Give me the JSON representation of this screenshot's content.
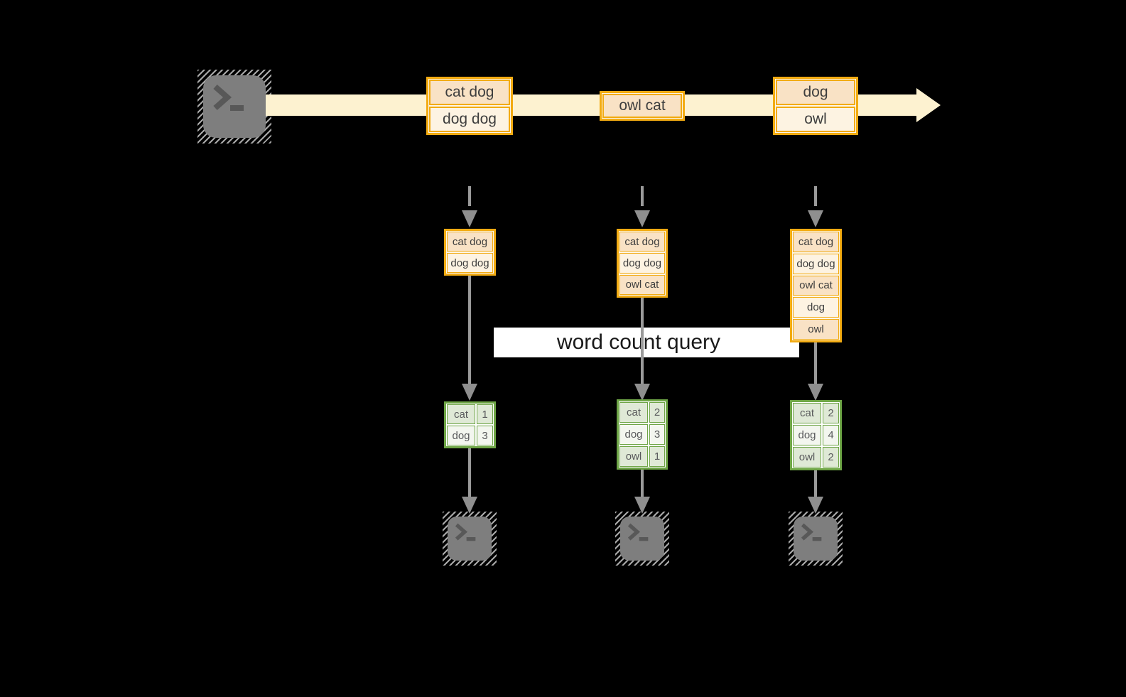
{
  "diagram": {
    "query_label": "word count query"
  },
  "stream": {
    "source_icon": "terminal",
    "batches": [
      {
        "lines": [
          "cat dog",
          "dog dog"
        ]
      },
      {
        "lines": [
          "owl cat"
        ]
      },
      {
        "lines": [
          "dog",
          "owl"
        ]
      }
    ]
  },
  "columns": [
    {
      "micro_batch": [
        "cat dog",
        "dog dog"
      ],
      "counts": [
        {
          "word": "cat",
          "count": 1
        },
        {
          "word": "dog",
          "count": 3
        }
      ]
    },
    {
      "micro_batch": [
        "cat dog",
        "dog dog",
        "owl cat"
      ],
      "counts": [
        {
          "word": "cat",
          "count": 2
        },
        {
          "word": "dog",
          "count": 3
        },
        {
          "word": "owl",
          "count": 1
        }
      ]
    },
    {
      "micro_batch": [
        "cat dog",
        "dog dog",
        "owl cat",
        "dog",
        "owl"
      ],
      "counts": [
        {
          "word": "cat",
          "count": 2
        },
        {
          "word": "dog",
          "count": 4
        },
        {
          "word": "owl",
          "count": 2
        }
      ]
    }
  ],
  "colors": {
    "background": "#000000",
    "stream_band": "#fdf2d0",
    "box_border": "#f2ab12",
    "box_fill_dark": "#f9e2c5",
    "box_fill_light": "#fdf3e2",
    "table_border": "#6ea546",
    "table_fill_dark": "#dfe9d6",
    "table_fill_light": "#f3f6ef",
    "arrow_gray": "#999999",
    "query_band": "#ffffff"
  }
}
